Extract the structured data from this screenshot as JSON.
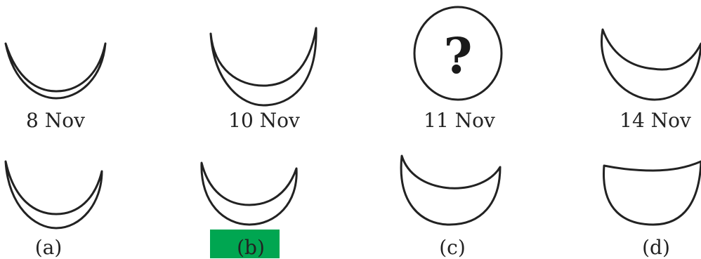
{
  "question": {
    "dates": [
      "8 Nov",
      "10 Nov",
      "11 Nov",
      "14 Nov"
    ],
    "unknown_symbol": "?"
  },
  "options": {
    "labels": [
      "(a)",
      "(b)",
      "(c)",
      "(d)"
    ],
    "highlighted": "(b)",
    "highlight_color": "#00a651"
  }
}
